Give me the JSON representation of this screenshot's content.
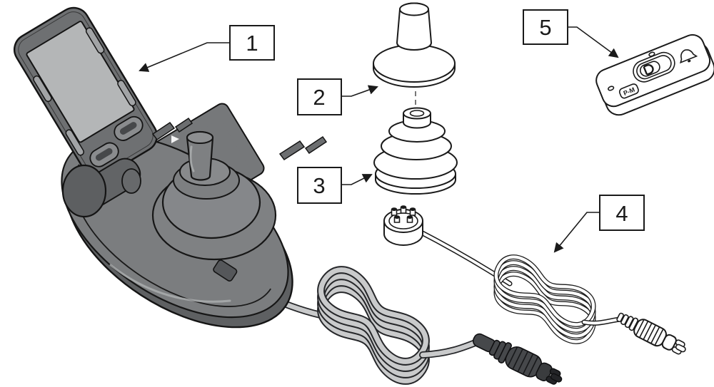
{
  "callouts": [
    {
      "number": "1"
    },
    {
      "number": "2"
    },
    {
      "number": "3"
    },
    {
      "number": "4"
    },
    {
      "number": "5"
    }
  ],
  "part5": {
    "button_label": "P-M"
  },
  "colors": {
    "background": "#ffffff",
    "outline": "#1a1a1a",
    "body_gray": "#6e7072",
    "screen_gray": "#b4b6b7",
    "cable_gray": "#c9cacb",
    "connector_dark": "#46484b"
  }
}
